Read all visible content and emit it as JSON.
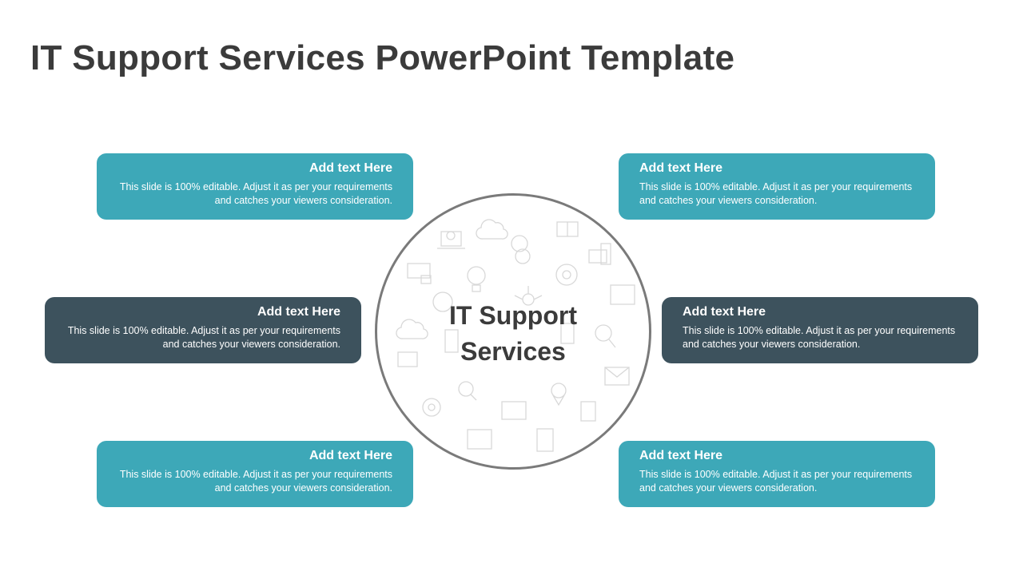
{
  "title": "IT Support Services PowerPoint Template",
  "center": {
    "line1": "IT Support",
    "line2": "Services"
  },
  "colors": {
    "teal": "#3DA8B8",
    "dark": "#3D525D"
  },
  "boxes": [
    {
      "heading": "Add text Here",
      "body": "This slide is 100% editable. Adjust it as per your requirements and catches your viewers consideration."
    },
    {
      "heading": "Add text Here",
      "body": "This slide is 100% editable. Adjust it as per your requirements and catches your viewers consideration."
    },
    {
      "heading": "Add text Here",
      "body": "This slide is 100% editable. Adjust it as per your requirements and catches your viewers consideration."
    },
    {
      "heading": "Add text Here",
      "body": "This slide is 100% editable. Adjust it as per your requirements and catches your viewers consideration."
    },
    {
      "heading": "Add text Here",
      "body": "This slide is 100% editable. Adjust it as per your requirements and catches your viewers consideration."
    },
    {
      "heading": "Add text Here",
      "body": "This slide is 100% editable. Adjust it as per your requirements and catches your viewers consideration."
    }
  ]
}
